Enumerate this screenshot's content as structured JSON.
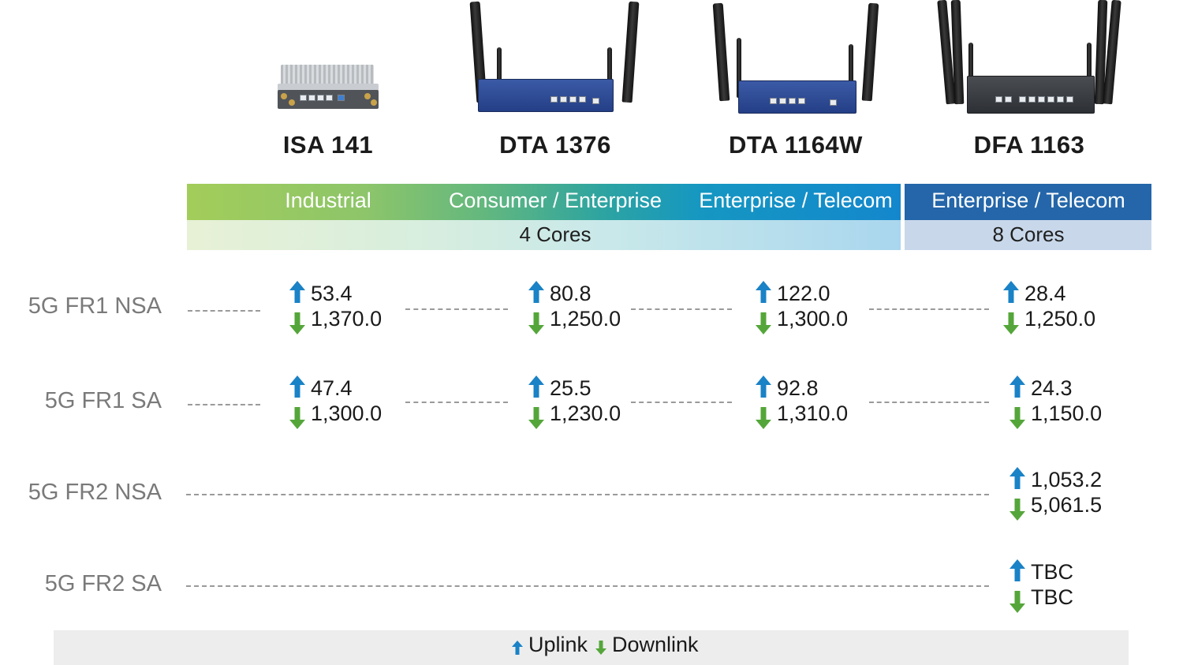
{
  "colors": {
    "uplink_arrow": "#1a82c6",
    "downlink_arrow": "#55a63a",
    "row_label": "#7a7a7a",
    "dash_line": "#9a9a9a",
    "banner_right": "#2466a9"
  },
  "chart_data": {
    "type": "table",
    "products": [
      {
        "name": "ISA 141",
        "segment": "Industrial"
      },
      {
        "name": "DTA 1376",
        "segment": "Consumer / Enterprise"
      },
      {
        "name": "DTA 1164W",
        "segment": "Enterprise / Telecom"
      },
      {
        "name": "DFA 1163",
        "segment": "Enterprise / Telecom"
      }
    ],
    "cores": [
      "4 Cores",
      "8 Cores"
    ],
    "rows": [
      {
        "label": "5G FR1 NSA",
        "values": [
          {
            "up": "53.4",
            "down": "1,370.0"
          },
          {
            "up": "80.8",
            "down": "1,250.0"
          },
          {
            "up": "122.0",
            "down": "1,300.0"
          },
          {
            "up": "28.4",
            "down": "1,250.0"
          }
        ]
      },
      {
        "label": "5G FR1 SA",
        "values": [
          {
            "up": "47.4",
            "down": "1,300.0"
          },
          {
            "up": "25.5",
            "down": "1,230.0"
          },
          {
            "up": "92.8",
            "down": "1,310.0"
          },
          {
            "up": "24.3",
            "down": "1,150.0"
          }
        ]
      },
      {
        "label": "5G FR2 NSA",
        "values": [
          null,
          null,
          null,
          {
            "up": "1,053.2",
            "down": "5,061.5"
          }
        ]
      },
      {
        "label": "5G FR2 SA",
        "values": [
          null,
          null,
          null,
          {
            "up": "TBC",
            "down": "TBC"
          }
        ]
      }
    ],
    "legend": {
      "uplink": "Uplink",
      "downlink": "Downlink"
    }
  }
}
